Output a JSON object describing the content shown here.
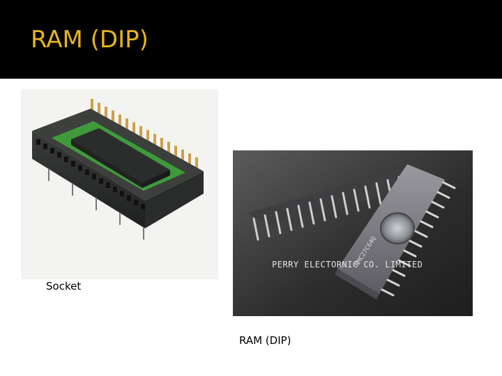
{
  "slide": {
    "title": "RAM (DIP)",
    "title_color": "#e8b51c",
    "header_background": "#000000"
  },
  "images": {
    "socket": {
      "icon": "dip-socket-photo",
      "caption": "Socket"
    },
    "chip": {
      "icon": "dip-ram-chip-photo",
      "caption": "RAM (DIP)",
      "watermark": "PERRY ELECTORNIC  CO. LIMITED"
    }
  }
}
